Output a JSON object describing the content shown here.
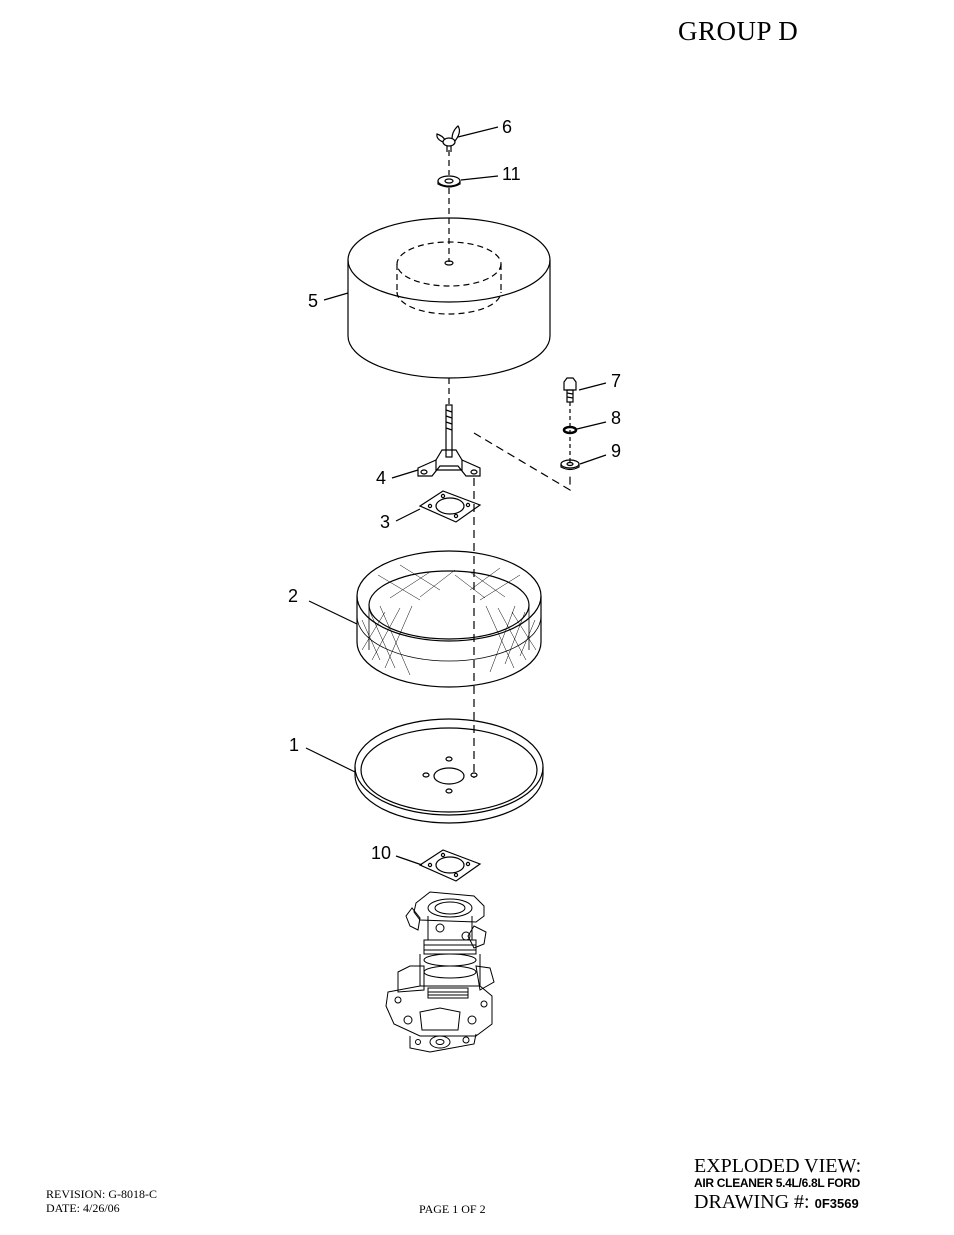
{
  "header": {
    "group": "GROUP  D"
  },
  "callouts": [
    "1",
    "2",
    "3",
    "4",
    "5",
    "6",
    "7",
    "8",
    "9",
    "10",
    "11"
  ],
  "footer": {
    "revision": "REVISION: G-8018-C",
    "date": "DATE:  4/26/06",
    "page": "PAGE 1 OF 2",
    "view_title": "EXPLODED VIEW:",
    "view_subtitle": "AIR CLEANER 5.4L/6.8L FORD",
    "drawing_label": "DRAWING #: ",
    "drawing_number": "0F3569"
  }
}
